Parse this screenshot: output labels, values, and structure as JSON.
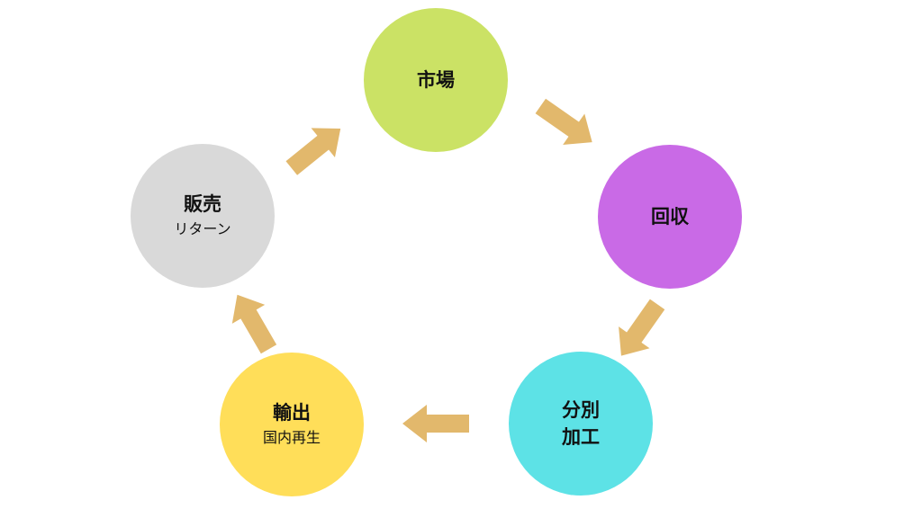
{
  "colors": {
    "arrow": "#e2b86c"
  },
  "nodes": [
    {
      "id": "market",
      "line1": "市場",
      "line2": "",
      "color": "#cbe265"
    },
    {
      "id": "collection",
      "line1": "回収",
      "line2": "",
      "color": "#c96ae6"
    },
    {
      "id": "sorting",
      "line1": "分別",
      "line2": "加工",
      "color": "#5de2e6"
    },
    {
      "id": "export",
      "line1": "輸出",
      "line2": "国内再生",
      "color": "#ffde59"
    },
    {
      "id": "sales",
      "line1": "販売",
      "line2": "リターン",
      "color": "#d9d9d9"
    }
  ]
}
